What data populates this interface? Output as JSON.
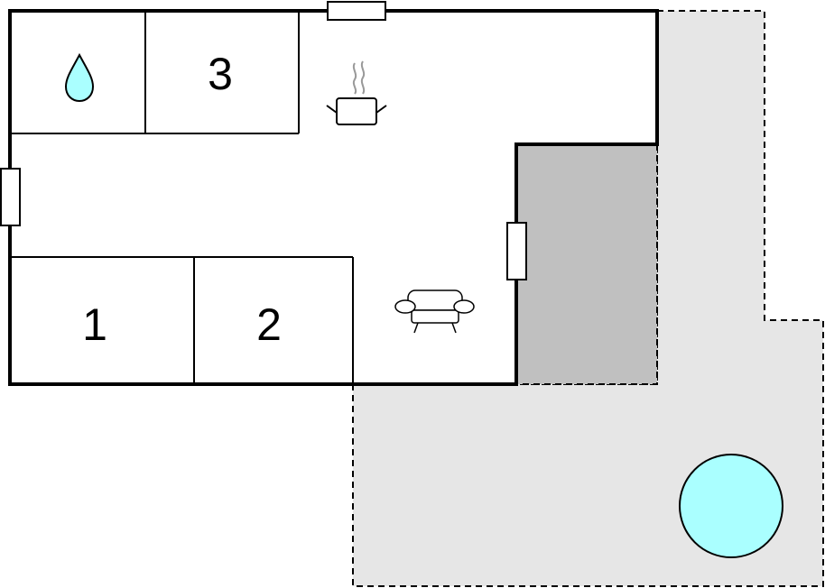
{
  "floorplan": {
    "rooms": [
      {
        "id": "bathroom",
        "icon": "water-drop-icon",
        "label": ""
      },
      {
        "id": "bedroom-3",
        "label": "3"
      },
      {
        "id": "bedroom-1",
        "label": "1"
      },
      {
        "id": "bedroom-2",
        "label": "2"
      },
      {
        "id": "kitchen",
        "icon": "cooking-pot-icon",
        "label": ""
      },
      {
        "id": "living",
        "icon": "sofa-icon",
        "label": ""
      }
    ],
    "outdoor": {
      "terrace_color": "#e6e6e6",
      "covered_terrace_color": "#c0c0c0",
      "pool_color": "#aaffff",
      "pool_icon": "pool-icon"
    },
    "colors": {
      "wall": "#000000",
      "water": "#aaffff",
      "icon_stroke": "#000000",
      "steam": "#999999"
    }
  }
}
